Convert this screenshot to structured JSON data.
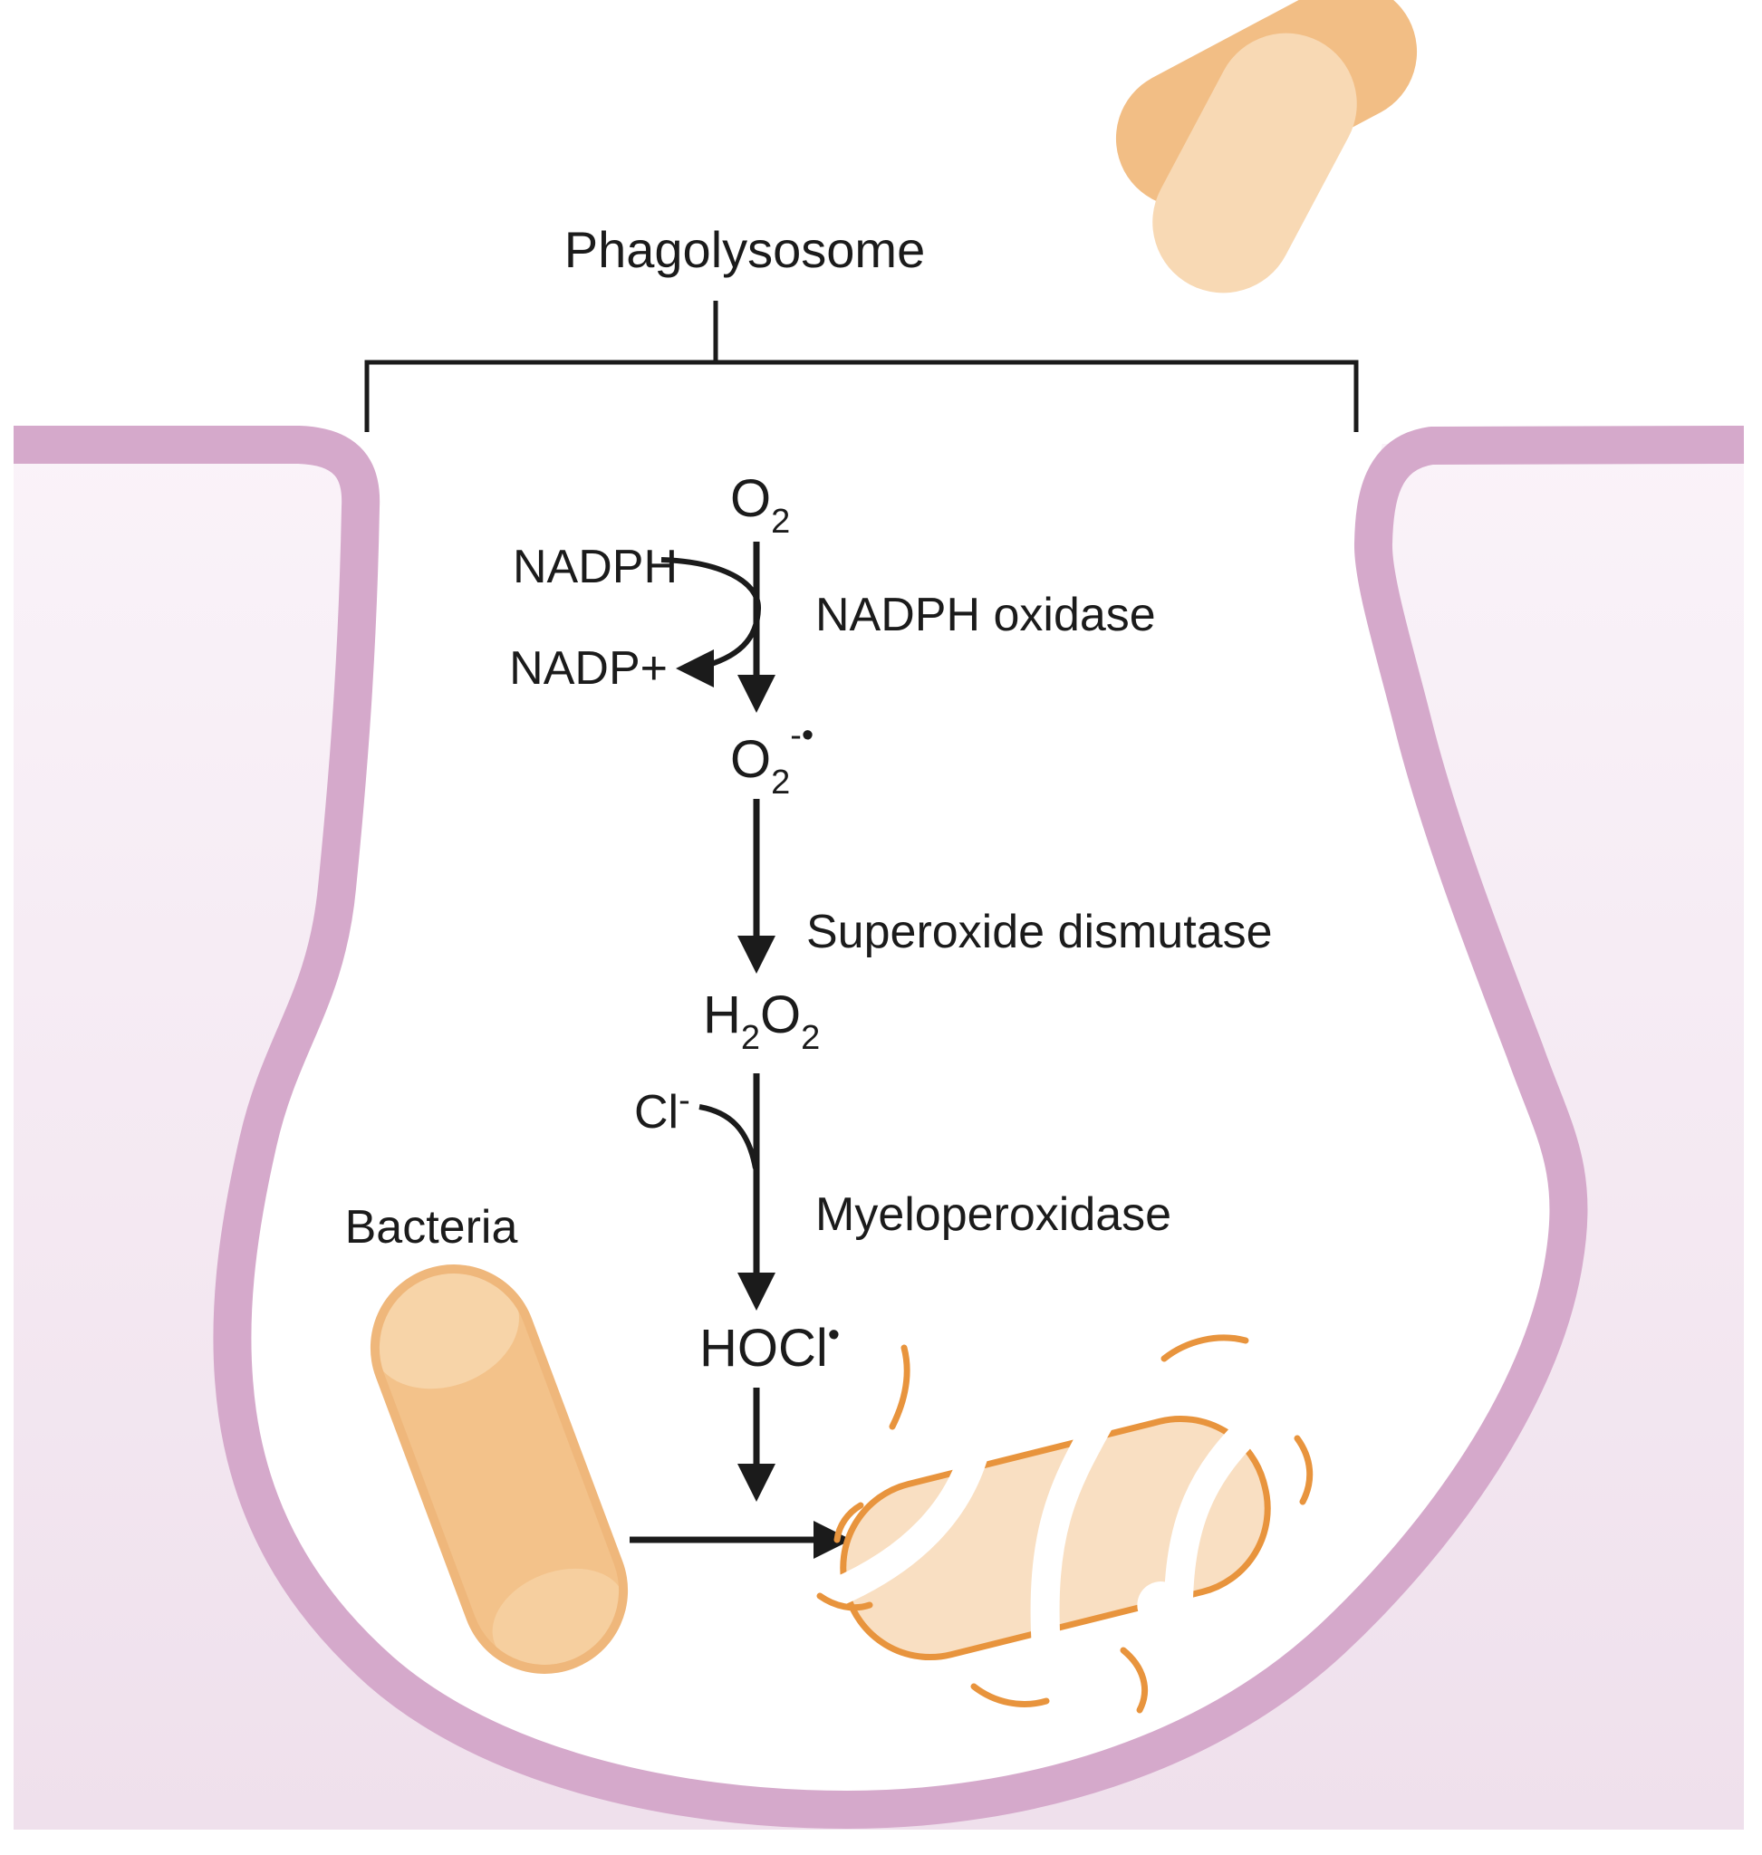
{
  "title": "Phagolysosome",
  "labels": {
    "bacteria": "Bacteria",
    "nadph": "NADPH",
    "nadp_plus": "NADP+"
  },
  "enzymes": {
    "nadph_oxidase": "NADPH oxidase",
    "superoxide_dismutase": "Superoxide dismutase",
    "myeloperoxidase": "Myeloperoxidase"
  },
  "molecules": {
    "o2": {
      "base": "O",
      "sub": "2"
    },
    "superoxide": {
      "base": "O",
      "sub": "2",
      "sup": "-•"
    },
    "h2o2": {
      "h": "H",
      "h_sub": "2",
      "o": "O",
      "o_sub": "2"
    },
    "cl": {
      "base": "Cl",
      "sup": "-"
    },
    "hocl": {
      "base": "HOCl",
      "sup": "•"
    }
  },
  "colors": {
    "membrane": "#D5A9CB",
    "cytoplasm_top": "#FAF3F9",
    "cytoplasm_bottom": "#EFE0EC",
    "cavity": "#FFFFFF",
    "bacterium_body": "#F3C28A",
    "bacterium_edge": "#EFB77B",
    "bacterium_highlight": "#F7D4A8",
    "bacterium_light": "#F8D9B4",
    "bacterium_dark": "#F2BE85",
    "lysed_fill": "#F9DFC2",
    "lysed_outline": "#E8943D",
    "text": "#1B1B1B"
  }
}
